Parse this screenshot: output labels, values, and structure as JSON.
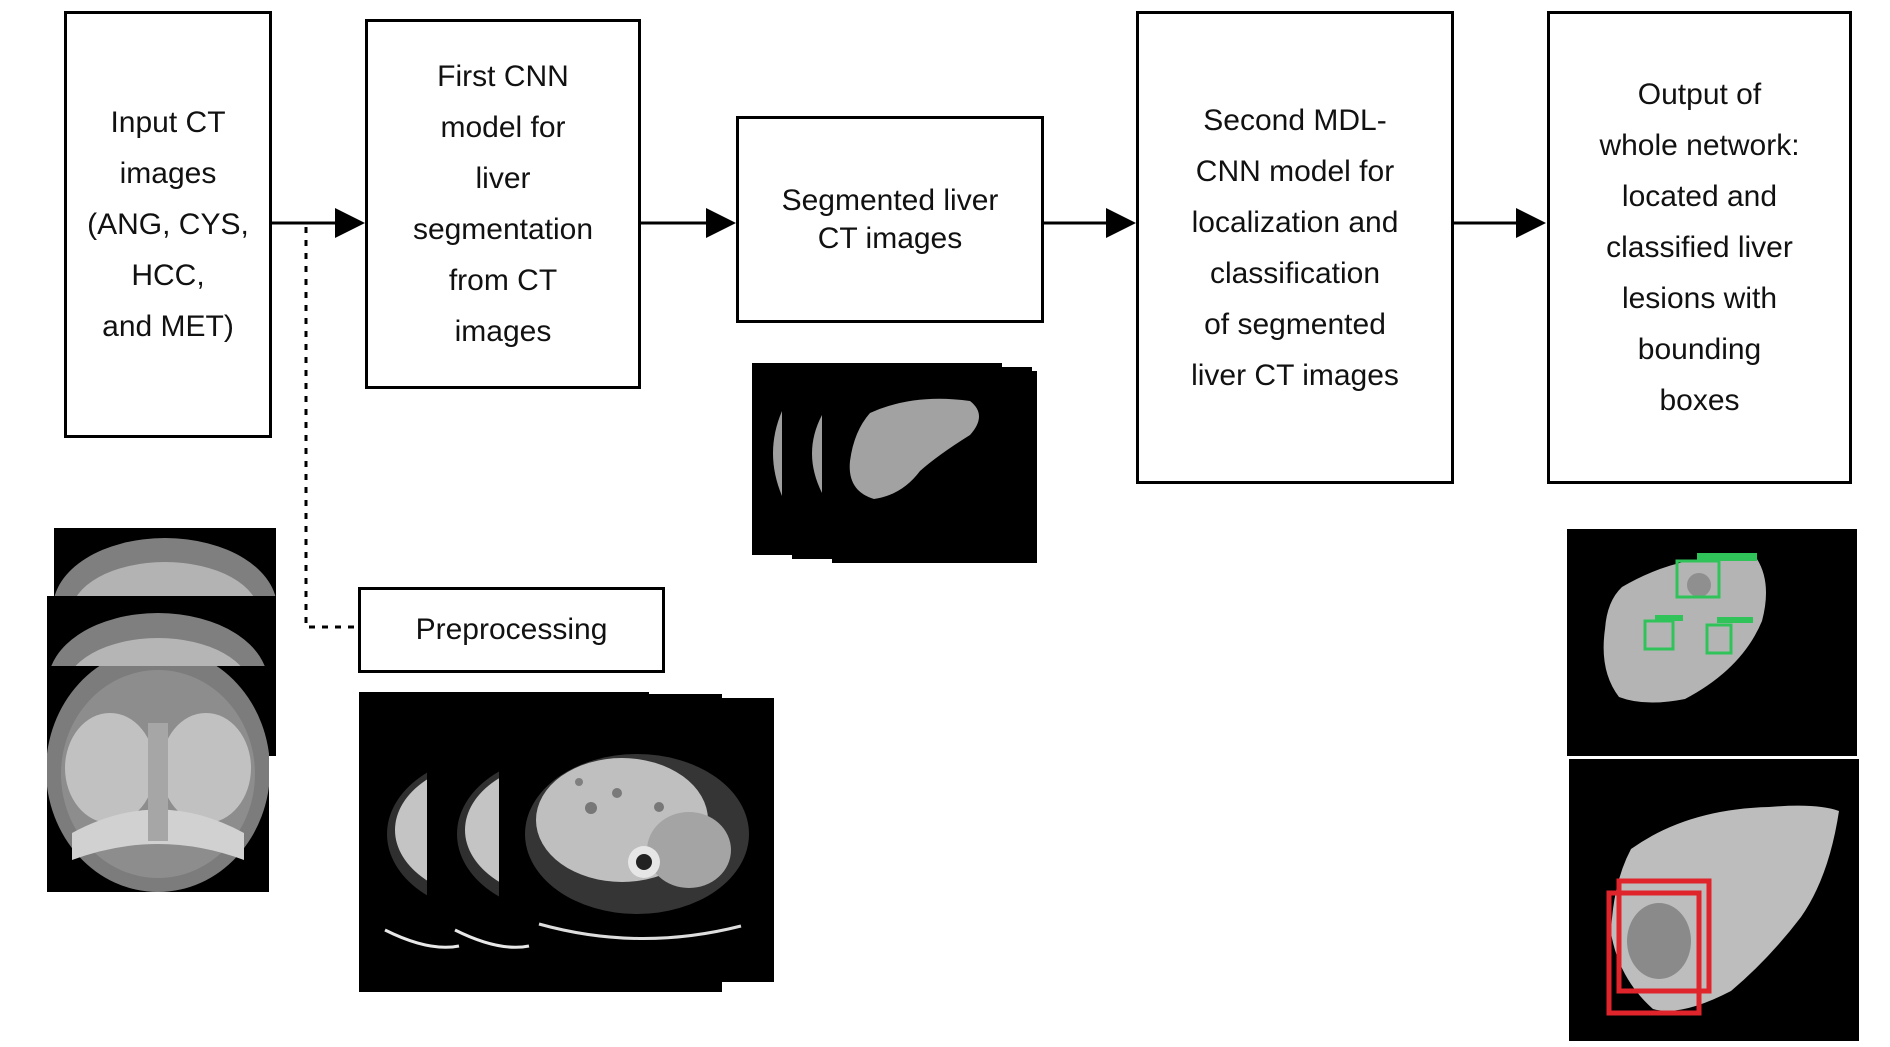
{
  "boxes": {
    "input": {
      "lines": [
        "Input CT",
        "images",
        "(ANG, CYS,",
        "HCC,",
        "and MET)"
      ]
    },
    "first_cnn": {
      "lines": [
        "First CNN",
        "model for",
        "liver",
        "segmentation",
        "from CT",
        "images"
      ]
    },
    "segmented": {
      "lines": [
        "Segmented liver",
        "CT images"
      ]
    },
    "second_mdl": {
      "lines": [
        "Second MDL-",
        "CNN model for",
        "localization and",
        "classification",
        "of segmented",
        "liver CT images"
      ]
    },
    "output": {
      "lines": [
        "Output of",
        "whole network:",
        "located and",
        "classified liver",
        "lesions with",
        "bounding",
        "boxes"
      ]
    },
    "preprocessing": {
      "lines": [
        "Preprocessing"
      ]
    }
  },
  "colors": {
    "box_border": "#000000",
    "arrow": "#000000",
    "ct_background": "#000000",
    "detection_box_green": "#2fc35a",
    "detection_box_red": "#e0242c"
  },
  "icons": {
    "input_thumbnails": "ct-scan-stack-icon",
    "preprocessed_thumbnails": "ct-scan-stack-icon",
    "segmented_thumbnails": "liver-mask-stack-icon",
    "output_top": "liver-lesion-detection-icon",
    "output_bottom": "liver-lesion-detection-icon"
  }
}
